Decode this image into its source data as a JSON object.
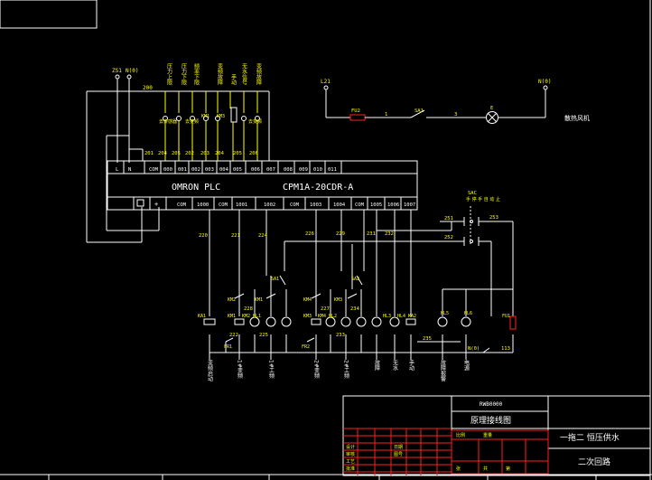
{
  "power_in": {
    "l": "ZS1",
    "n": "N(0)",
    "wire": "200"
  },
  "input_labels": [
    {
      "text": "压力上限"
    },
    {
      "text": "压力下限"
    },
    {
      "text": "频率下限"
    },
    {
      "text": "变频故障"
    },
    {
      "text": "手动"
    },
    {
      "text": "无水信号"
    },
    {
      "text": "变频故障"
    }
  ],
  "small_parts": [
    "去传感器",
    "去变频",
    "KM1",
    "KM3",
    "去变频"
  ],
  "terminal_wires": [
    "201",
    "204",
    "205",
    "202",
    "203",
    "204",
    "205",
    "206"
  ],
  "plc": {
    "top_terms": [
      "L",
      "N",
      "COM",
      "000",
      "001",
      "002",
      "003",
      "004",
      "005",
      "006",
      "007",
      "008",
      "009",
      "010",
      "011"
    ],
    "name": "OMRON  PLC",
    "model": "CPM1A-20CDR-A",
    "bottom_terms": [
      "COM",
      "1000",
      "COM",
      "1001",
      "1002",
      "COM",
      "1003",
      "1004",
      "COM",
      "1005",
      "1006",
      "1007"
    ]
  },
  "fan": {
    "l": "L21",
    "n": "N(0)",
    "fuse": "FU2",
    "w1": "1",
    "switch": "SA1",
    "w3": "3",
    "motor": "E",
    "label": "散热风机"
  },
  "selector": {
    "name": "SAC",
    "labels": "手 停 手 自 动 止",
    "w251": "251",
    "w253": "253",
    "w252": "252"
  },
  "wire_numbers": [
    "220",
    "221",
    "224",
    "226",
    "229",
    "231",
    "232",
    "227",
    "233",
    "234",
    "235",
    "228",
    "225",
    "222",
    "113",
    "N(0)"
  ],
  "components": [
    "KA1",
    "KM2",
    "KM1",
    "KM1",
    "SA1",
    "HL1",
    "KM4",
    "KM3",
    "KM3",
    "SA2",
    "HL2",
    "KA2",
    "HL3",
    "HL4",
    "HL5",
    "HL6",
    "FU1",
    "FR1",
    "FR2",
    "KM2",
    "KM4"
  ],
  "bottom_labels": [
    "变频启动",
    "1#变频",
    "1#工频",
    "2#变频",
    "2#工频",
    "故障",
    "无水",
    "手动",
    "故障报警",
    "电源"
  ],
  "title_block": {
    "drawing_no": "RWB0000",
    "title": "原理接线图",
    "project": "一拖二   恒压供水",
    "subtitle": "二次回路",
    "rows": [
      "设计",
      "审核",
      "工艺",
      "批准",
      "日期",
      "图号",
      "比例",
      "重量",
      "张",
      "共",
      "第"
    ]
  }
}
